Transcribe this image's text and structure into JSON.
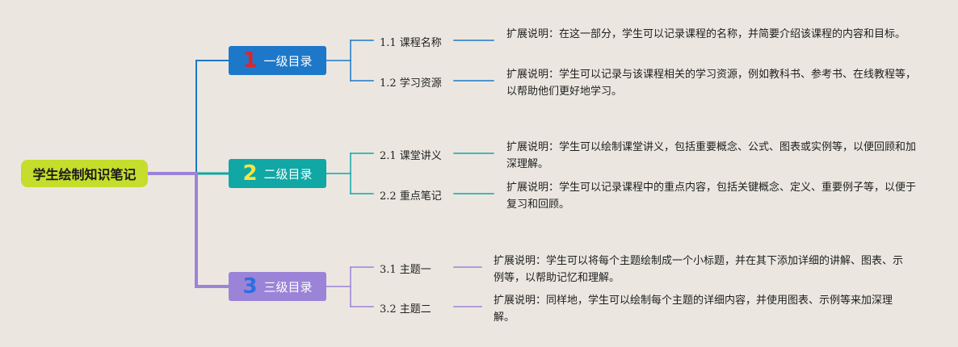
{
  "root": {
    "label": "学生绘制知识笔记",
    "color": "#c5dd2b"
  },
  "branches": [
    {
      "number": "1",
      "label": "一级目录",
      "color": "#1d78c9",
      "number_color": "#e0232b",
      "children": [
        {
          "label": "1.1 课程名称",
          "note": "扩展说明：在这一部分，学生可以记录课程的名称，并简要介绍该课程的内容和目标。"
        },
        {
          "label": "1.2 学习资源",
          "note": "扩展说明：学生可以记录与该课程相关的学习资源，例如教科书、参考书、在线教程等，以帮助他们更好地学习。"
        }
      ]
    },
    {
      "number": "2",
      "label": "二级目录",
      "color": "#10a7a5",
      "number_color": "#f3e545",
      "children": [
        {
          "label": "2.1 课堂讲义",
          "note": "扩展说明：学生可以绘制课堂讲义，包括重要概念、公式、图表或实例等，以便回顾和加深理解。"
        },
        {
          "label": "2.2 重点笔记",
          "note": "扩展说明：学生可以记录课程中的重点内容，包括关键概念、定义、重要例子等，以便于复习和回顾。"
        }
      ]
    },
    {
      "number": "3",
      "label": "三级目录",
      "color": "#9b83d8",
      "number_color": "#2a6fe0",
      "children": [
        {
          "label": "3.1 主题一",
          "note": "扩展说明：学生可以将每个主题绘制成一个小标题，并在其下添加详细的讲解、图表、示例等，以帮助记忆和理解。"
        },
        {
          "label": "3.2 主题二",
          "note": "扩展说明：同样地，学生可以绘制每个主题的详细内容，并使用图表、示例等来加深理解。"
        }
      ]
    }
  ]
}
